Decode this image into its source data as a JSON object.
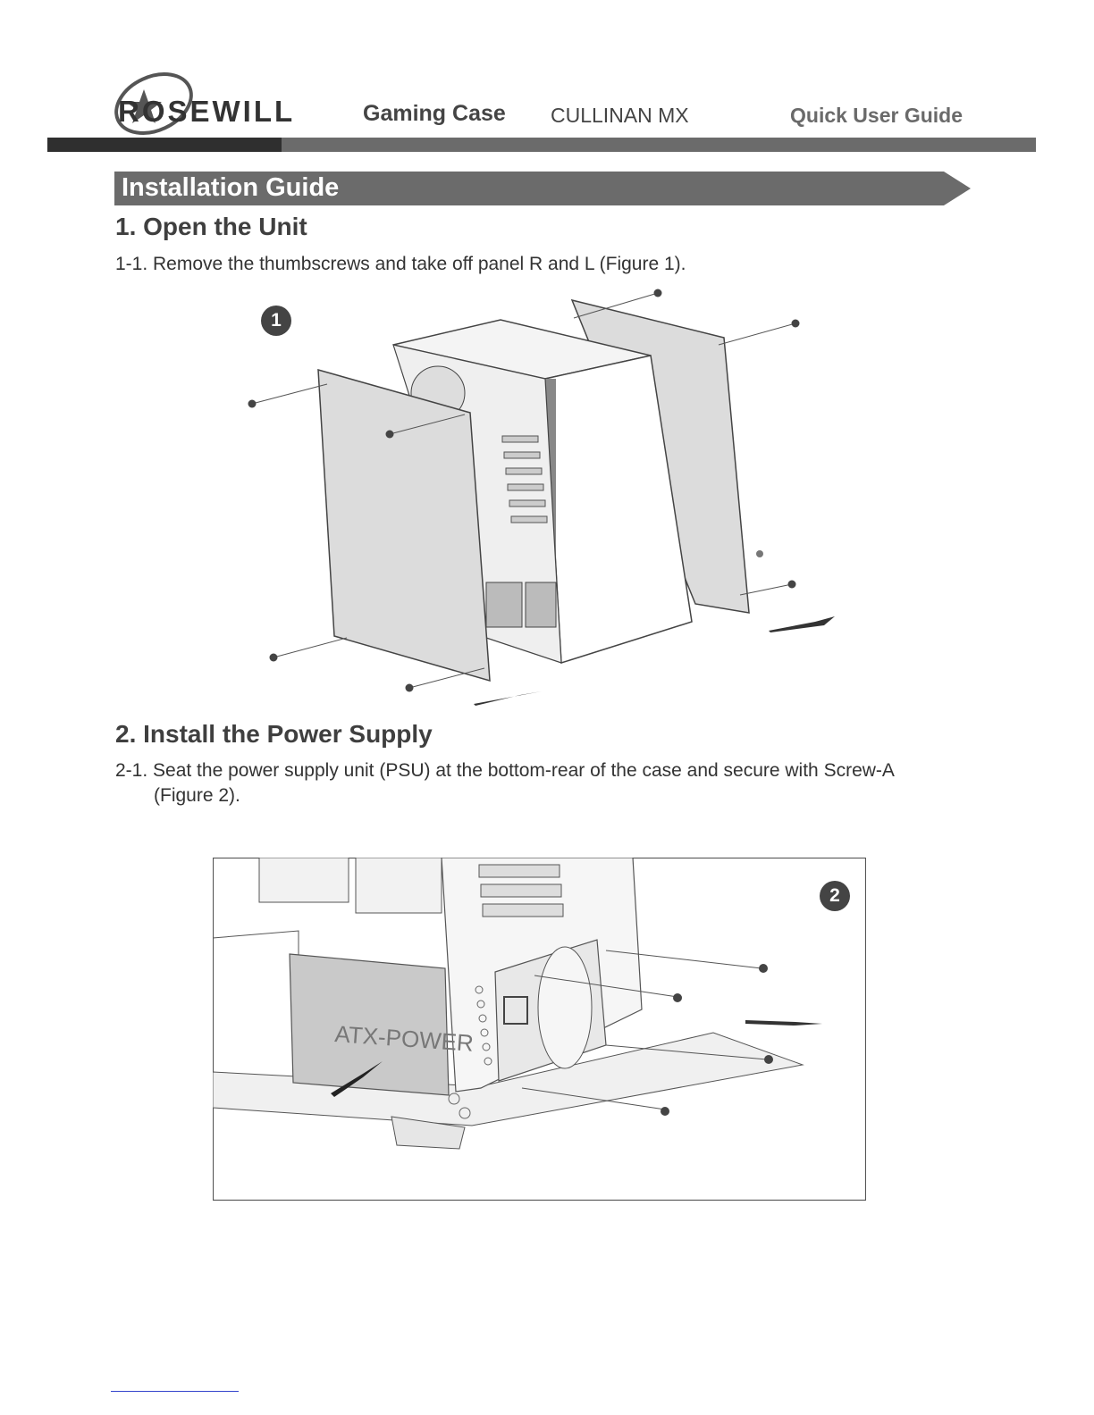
{
  "header": {
    "brand": "ROSEWILL",
    "product": "Gaming Case",
    "model": "CULLINAN MX",
    "guide_title": "Quick User Guide"
  },
  "section": {
    "title": "Installation Guide"
  },
  "steps": [
    {
      "heading": "1.  Open the Unit",
      "text": "1-1. Remove the thumbscrews and take off panel R and L (Figure 1).",
      "figure_badge": "1"
    },
    {
      "heading": "2.  Install the Power Supply",
      "text_line1": "2-1. Seat the power supply unit (PSU) at the bottom-rear of the case and secure with Screw-A",
      "text_line2": "(Figure 2).",
      "figure_badge": "2",
      "psu_label": "ATX-POWER"
    }
  ],
  "colors": {
    "banner": "#6b6b6b",
    "dark_bar": "#2f2f2f",
    "panel_fill": "#dcdcdc"
  }
}
